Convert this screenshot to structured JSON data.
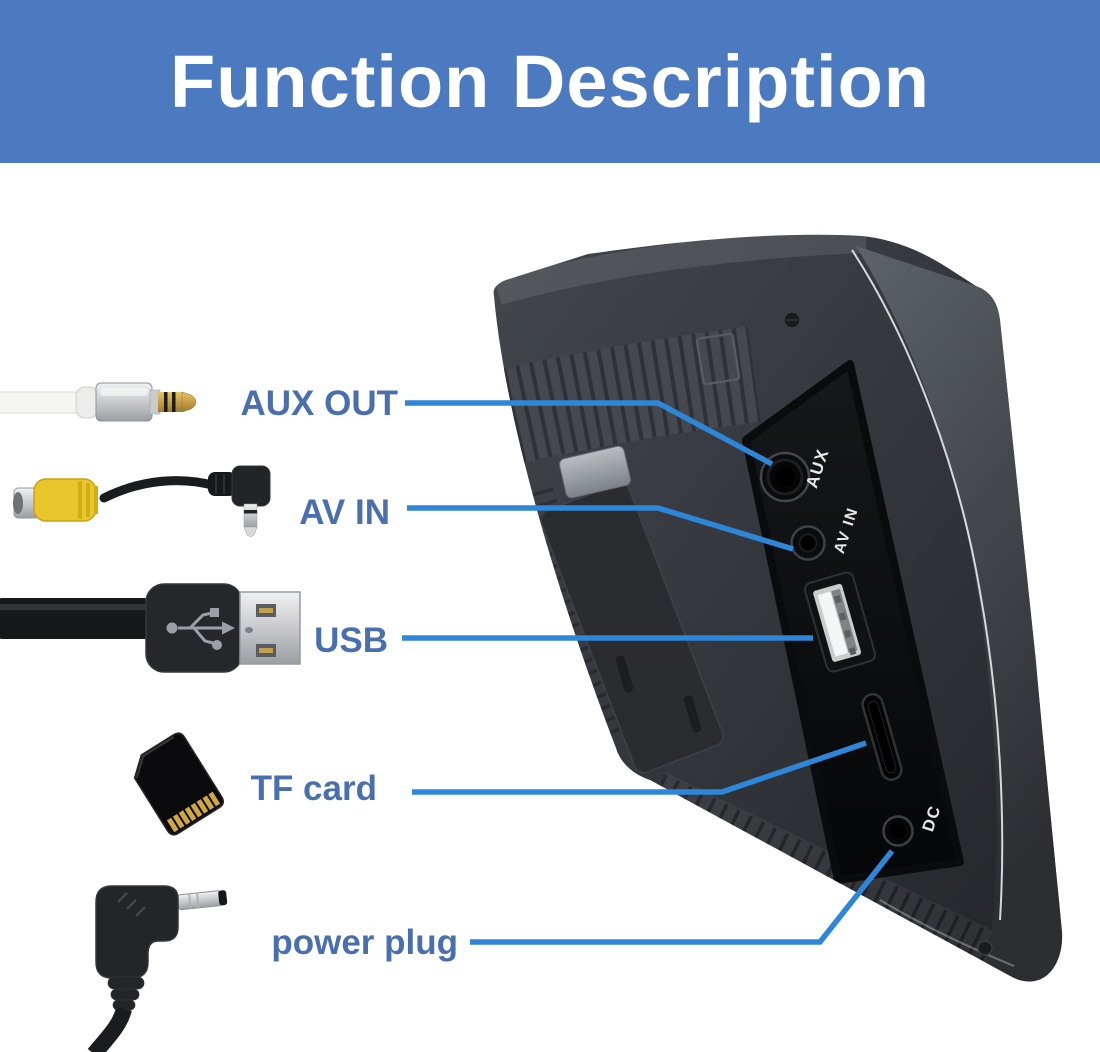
{
  "header": {
    "title": "Function Description"
  },
  "callouts": [
    {
      "id": "aux-out",
      "label": "AUX OUT"
    },
    {
      "id": "av-in",
      "label": "AV IN"
    },
    {
      "id": "usb",
      "label": "USB"
    },
    {
      "id": "tf-card",
      "label": "TF card"
    },
    {
      "id": "power-plug",
      "label": "power plug"
    }
  ],
  "device_port_labels": {
    "aux": "AUX",
    "av_in": "AV IN",
    "dc": "DC"
  },
  "colors": {
    "header_bg": "#4b7ac0",
    "header_text": "#ffffff",
    "callout_text": "#4a6fae",
    "leader_line": "#2e86d8",
    "port_label": "#e6e8ea"
  }
}
